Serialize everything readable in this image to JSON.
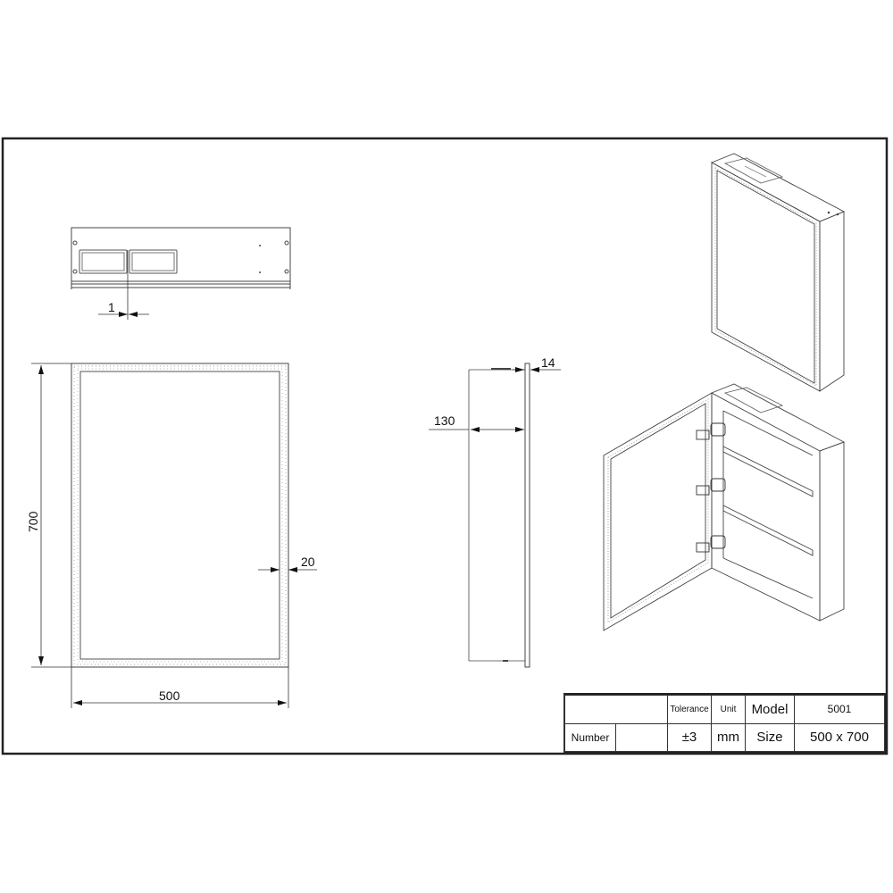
{
  "drawing": {
    "title_block": {
      "tolerance_label": "Tolerance",
      "unit_label": "Unit",
      "model_label": "Model",
      "model_value": "5001",
      "number_label": "Number",
      "number_value": "",
      "tolerance_value": "±3",
      "unit_value": "mm",
      "size_label": "Size",
      "size_value": "500 x 700"
    },
    "views": {
      "top_view": {
        "name": "Top view",
        "dimension_gap": "1"
      },
      "front_view": {
        "name": "Front view",
        "height": "700",
        "width": "500",
        "frame_width": "20"
      },
      "side_view": {
        "name": "Side view",
        "depth": "130",
        "door_thickness": "14"
      },
      "iso_closed": {
        "name": "Isometric view - door closed"
      },
      "iso_open": {
        "name": "Isometric view - door open",
        "shelves": 3,
        "hinges": 3
      }
    },
    "colors": {
      "line": "#333333",
      "border": "#222222",
      "dotted_frame": "#9a9a9a",
      "background": "#ffffff"
    }
  }
}
